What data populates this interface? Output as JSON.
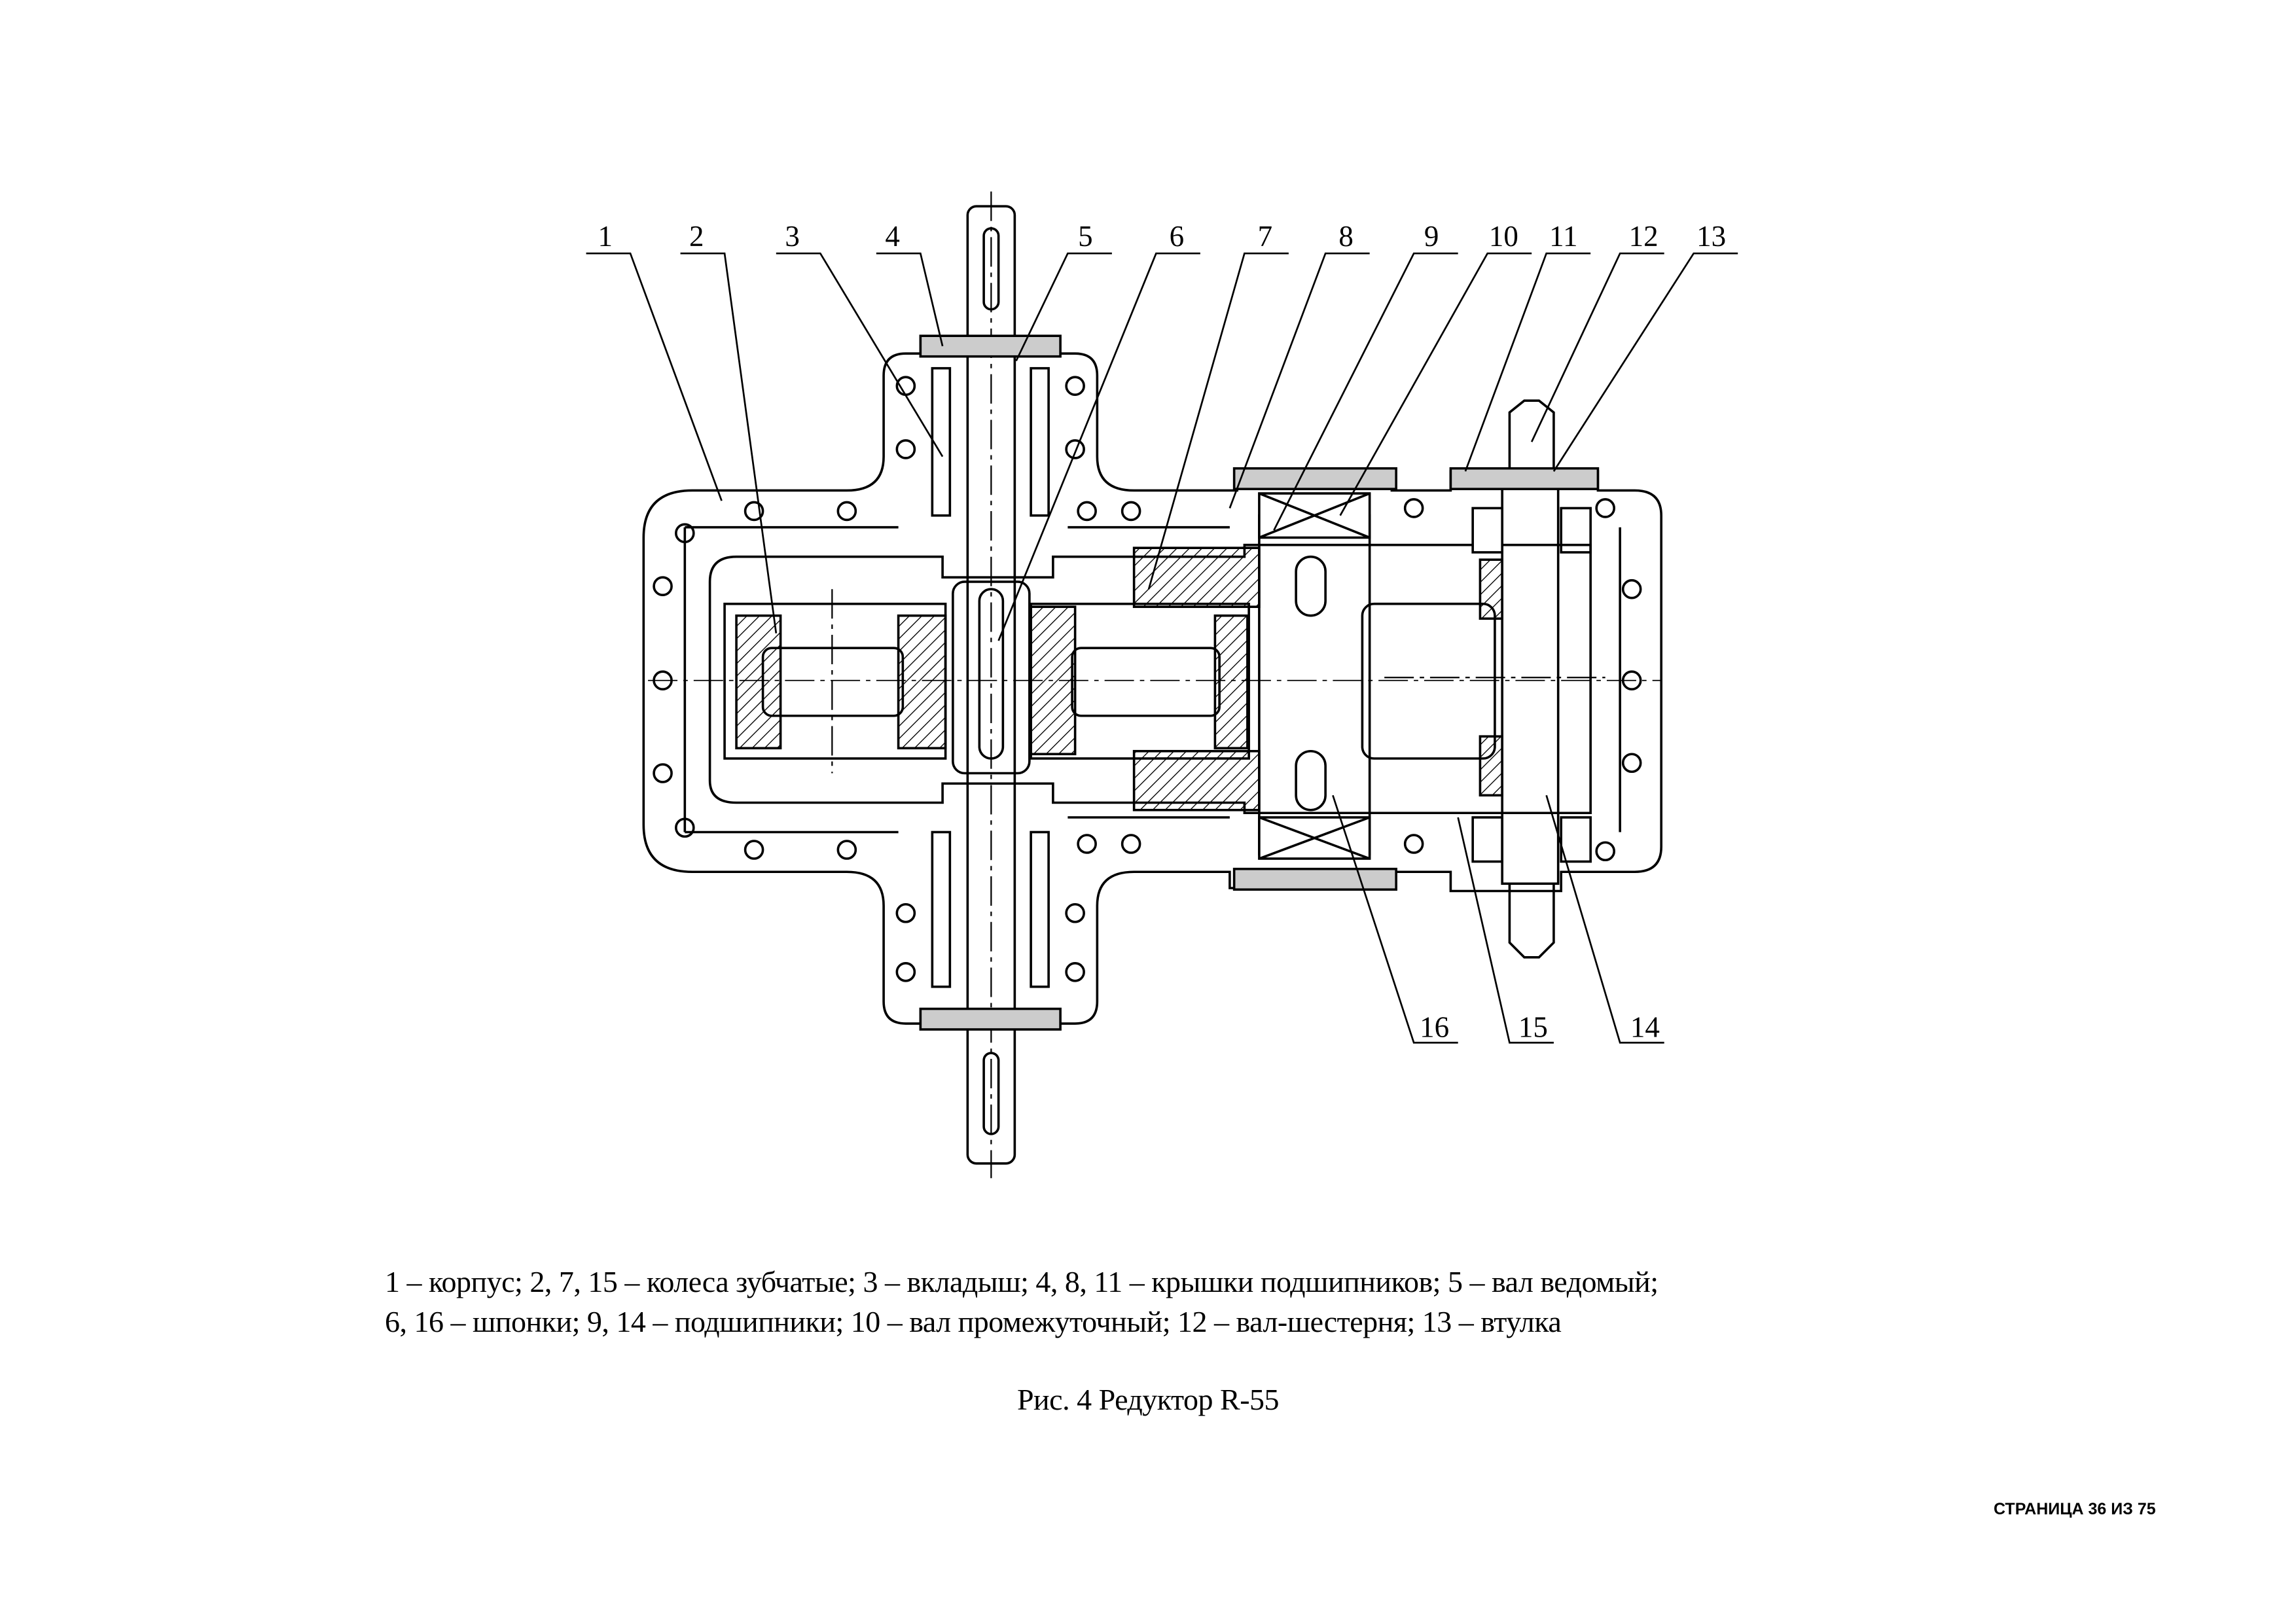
{
  "figure": {
    "labels": {
      "top": [
        "1",
        "2",
        "3",
        "4",
        "5",
        "6",
        "7",
        "8",
        "9",
        "10",
        "11",
        "12",
        "13"
      ],
      "bottom": [
        "16",
        "15",
        "14"
      ]
    },
    "legend_line1": "1 – корпус; 2, 7, 15 – колеса зубчатые; 3 – вкладыш; 4, 8, 11 – крышки подшипников; 5 – вал ведомый;",
    "legend_line2": "6, 16 – шпонки; 9, 14 – подшипники; 10 – вал промежуточный; 12 – вал-шестерня; 13 – втулка",
    "caption": "Рис. 4 Редуктор R-55"
  },
  "page_number": "СТРАНИЦА 36 ИЗ 75"
}
